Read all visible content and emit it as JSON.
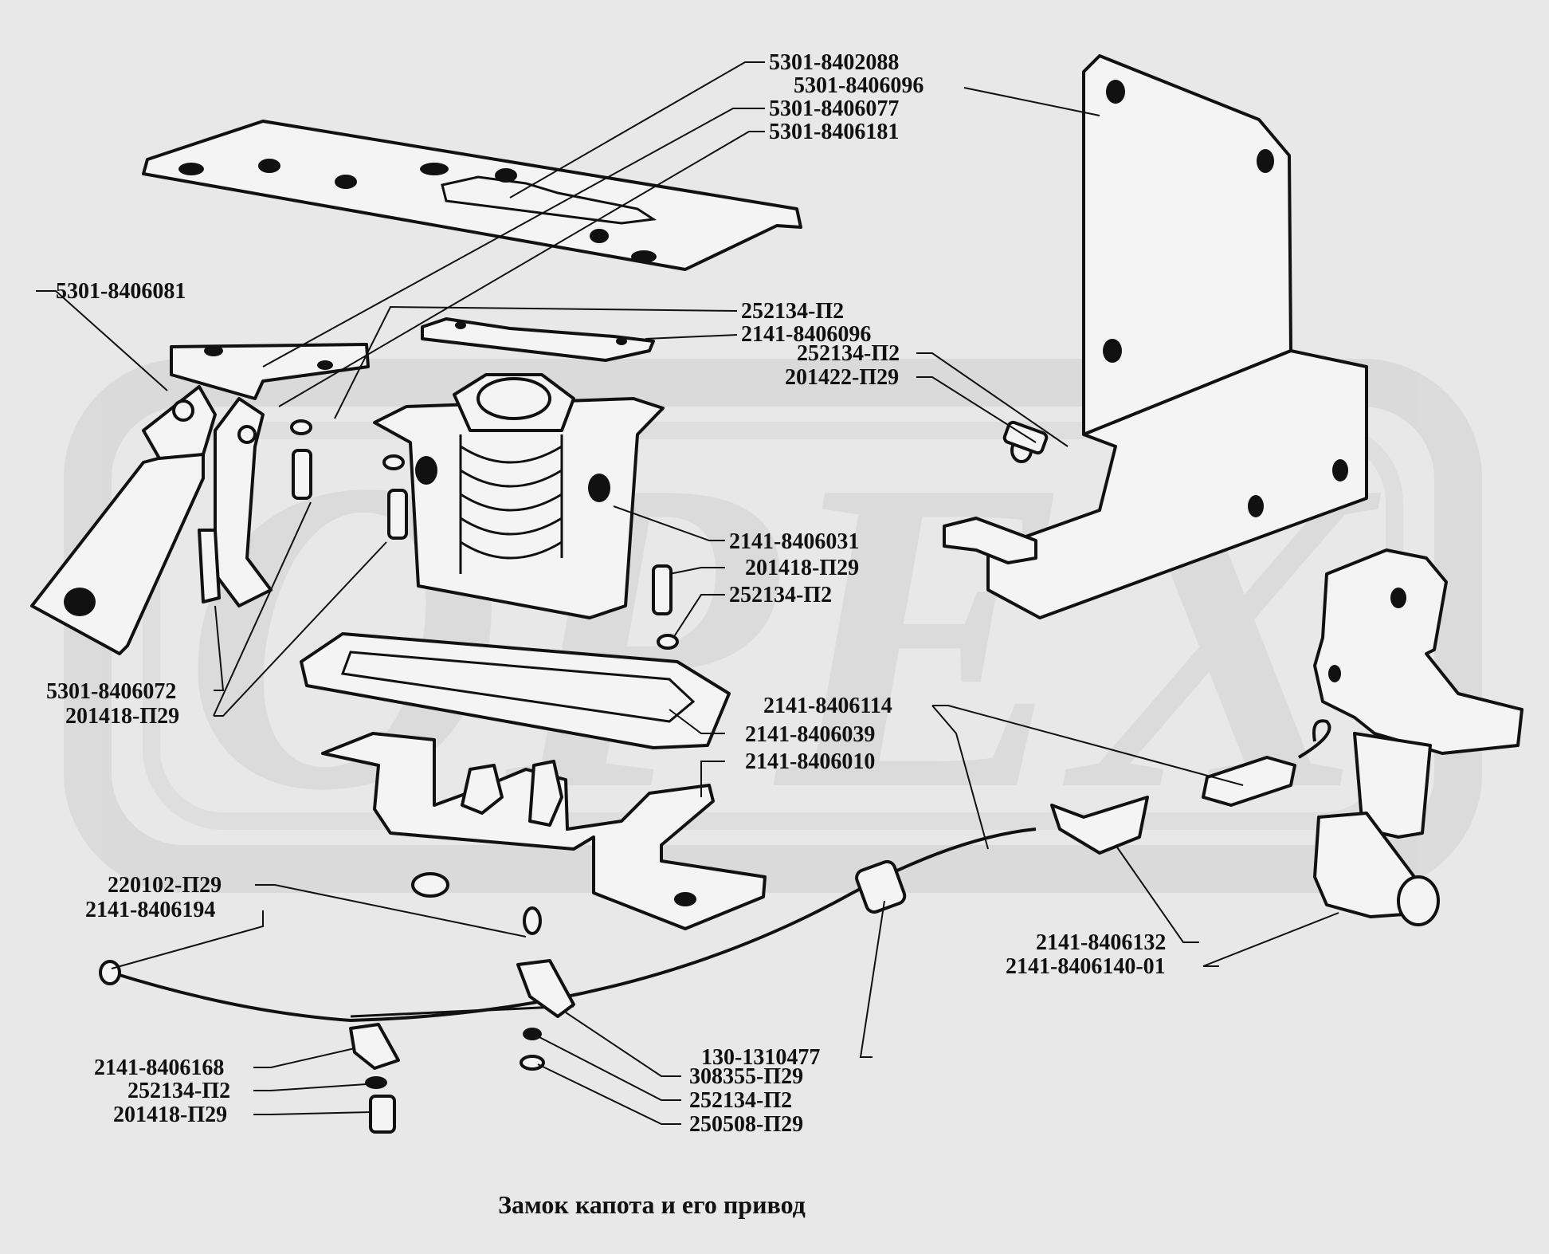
{
  "caption": "Замок капота и его привод",
  "watermark": "ОРЕХ",
  "colors": {
    "background": "#e8e8e8",
    "ink": "#111111",
    "watermark": "#cfcfcf"
  },
  "labels": [
    "5301-8402088",
    "5301-8406096",
    "5301-8406077",
    "5301-8406181",
    "5301-8406081",
    "252134-П2",
    "2141-8406096",
    "252134-П2",
    "201422-П29",
    "2141-8406031",
    "201418-П29",
    "252134-П2",
    "5301-8406072",
    "201418-П29",
    "2141-8406114",
    "2141-8406039",
    "2141-8406010",
    "220102-П29",
    "2141-8406194",
    "2141-8406132",
    "2141-8406140-01",
    "130-1310477",
    "2141-8406168",
    "308355-П29",
    "252134-П2",
    "252134-П2",
    "250508-П29",
    "201418-П29"
  ]
}
